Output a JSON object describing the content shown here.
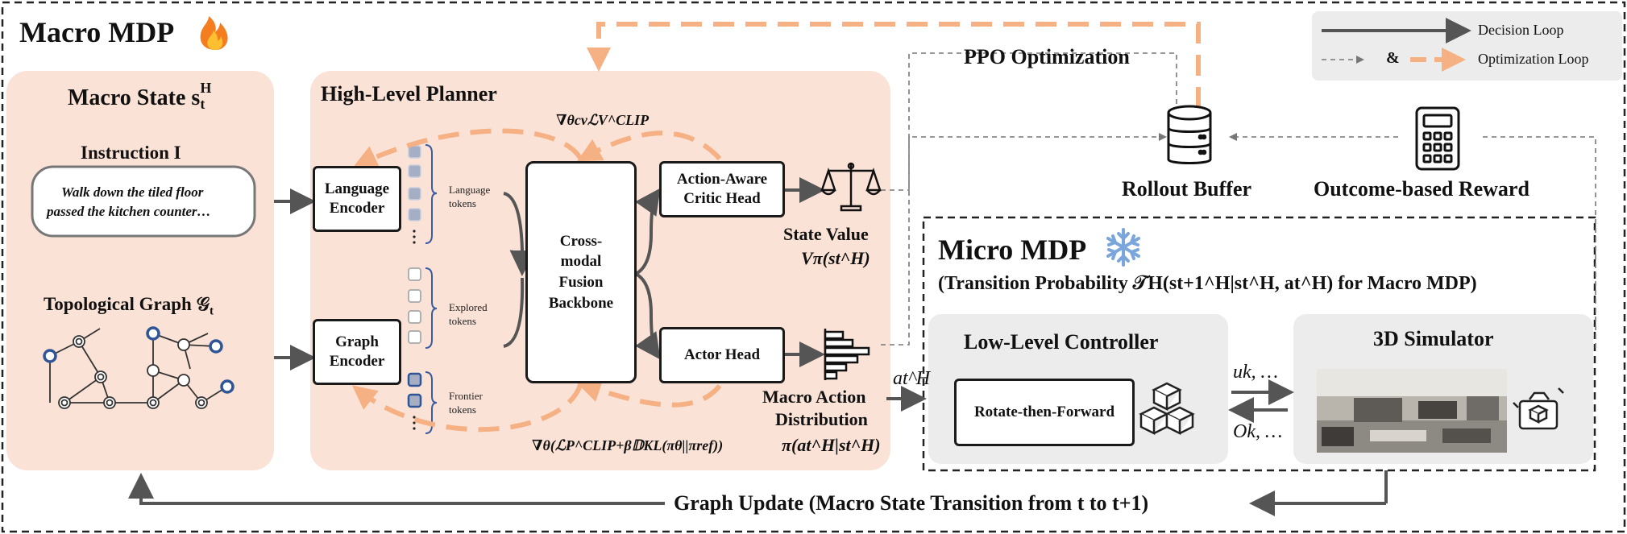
{
  "title": "Macro MDP",
  "macro_state": {
    "heading": "Macro State s",
    "sup": "H",
    "sub": "t",
    "instruction_label": "Instruction I",
    "instruction_text_1": "Walk down the tiled floor",
    "instruction_text_2": "passed the kitchen counter…",
    "graph_label": "Topological Graph 𝒢",
    "graph_sub": "t"
  },
  "planner": {
    "heading": "High-Level Planner",
    "language_encoder": [
      "Language",
      "Encoder"
    ],
    "graph_encoder": [
      "Graph",
      "Encoder"
    ],
    "language_tokens": [
      "Language",
      "tokens"
    ],
    "explored_tokens": [
      "Explored",
      "tokens"
    ],
    "frontier_tokens": [
      "Frontier",
      "tokens"
    ],
    "backbone": [
      "Cross-",
      "modal",
      "Fusion",
      "Backbone"
    ],
    "critic_head": [
      "Action-Aware",
      "Critic Head"
    ],
    "actor_head": "Actor Head",
    "critic_grad": "∇θcvℒV^CLIP",
    "actor_grad": "∇θ(ℒP^CLIP+β𝔻KL(πθ||πref))"
  },
  "outputs": {
    "state_value": "State Value",
    "state_value_formula": "Vπ(st^H)",
    "macro_action_1": "Macro Action",
    "macro_action_2": "Distribution",
    "macro_action_formula": "π(at^H|st^H)",
    "action_symbol": "at^H"
  },
  "top": {
    "ppo": "PPO Optimization",
    "rollout_buffer": "Rollout Buffer",
    "outcome_reward": "Outcome-based Reward"
  },
  "legend": {
    "decision_loop": "Decision Loop",
    "and": "&",
    "optimization_loop": "Optimization Loop"
  },
  "micro": {
    "title": "Micro MDP",
    "transition": "(Transition Probability 𝒯H(st+1^H|st^H, at^H) for Macro MDP)",
    "controller": "Low-Level Controller",
    "rotate": "Rotate-then-Forward",
    "simulator": "3D Simulator",
    "u_label": "uk, …",
    "o_label": "Ok, …"
  },
  "bottom": {
    "graph_update": "Graph Update (Macro State Transition from t to t+1)"
  },
  "colors": {
    "panel": "#fbe2d6",
    "orange": "#f5b083",
    "gray_panel": "#ececec",
    "arrow": "#555555",
    "node_blue": "#2f5597"
  },
  "icons": [
    "flame-icon",
    "snowflake-icon",
    "database-icon",
    "calculator-icon",
    "balance-scale-icon",
    "histogram-icon",
    "blocks-icon",
    "camera-cube-icon"
  ]
}
